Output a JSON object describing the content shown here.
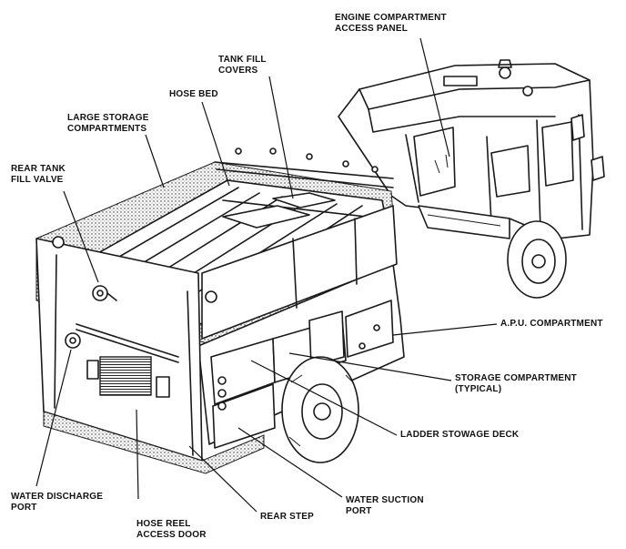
{
  "labels": {
    "engine_compartment": [
      "ENGINE COMPARTMENT",
      "ACCESS PANEL"
    ],
    "tank_fill_covers": [
      "TANK FILL",
      "COVERS"
    ],
    "hose_bed": [
      "HOSE BED"
    ],
    "large_storage": [
      "LARGE STORAGE",
      "COMPARTMENTS"
    ],
    "rear_tank_fill_valve": [
      "REAR TANK",
      "FILL VALVE"
    ],
    "apu_compartment": [
      "A.P.U. COMPARTMENT"
    ],
    "storage_compartment": [
      "STORAGE COMPARTMENT",
      "(TYPICAL)"
    ],
    "ladder_stowage_deck": [
      "LADDER STOWAGE DECK"
    ],
    "water_discharge_port": [
      "WATER DISCHARGE",
      "PORT"
    ],
    "hose_reel_access_door": [
      "HOSE REEL",
      "ACCESS DOOR"
    ],
    "rear_step": [
      "REAR STEP"
    ],
    "water_suction_port": [
      "WATER SUCTION",
      "PORT"
    ]
  }
}
